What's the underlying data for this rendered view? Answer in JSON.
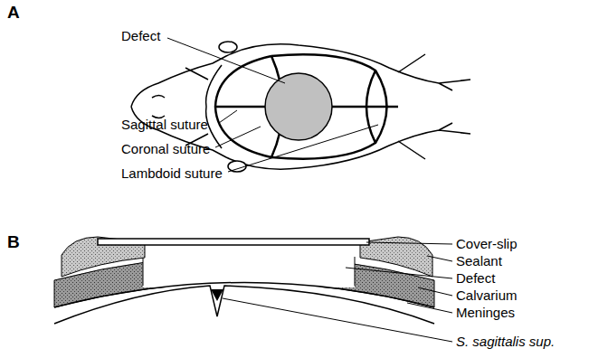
{
  "diagram": {
    "labels": [
      "A",
      "Defect",
      "Sagittal suture",
      "Coronal suture",
      "Lambdoid suture",
      "B",
      "Cover-slip",
      "Sealant",
      "Defect",
      "Calvarium",
      "Meninges",
      "S. sagittalis sup."
    ]
  }
}
